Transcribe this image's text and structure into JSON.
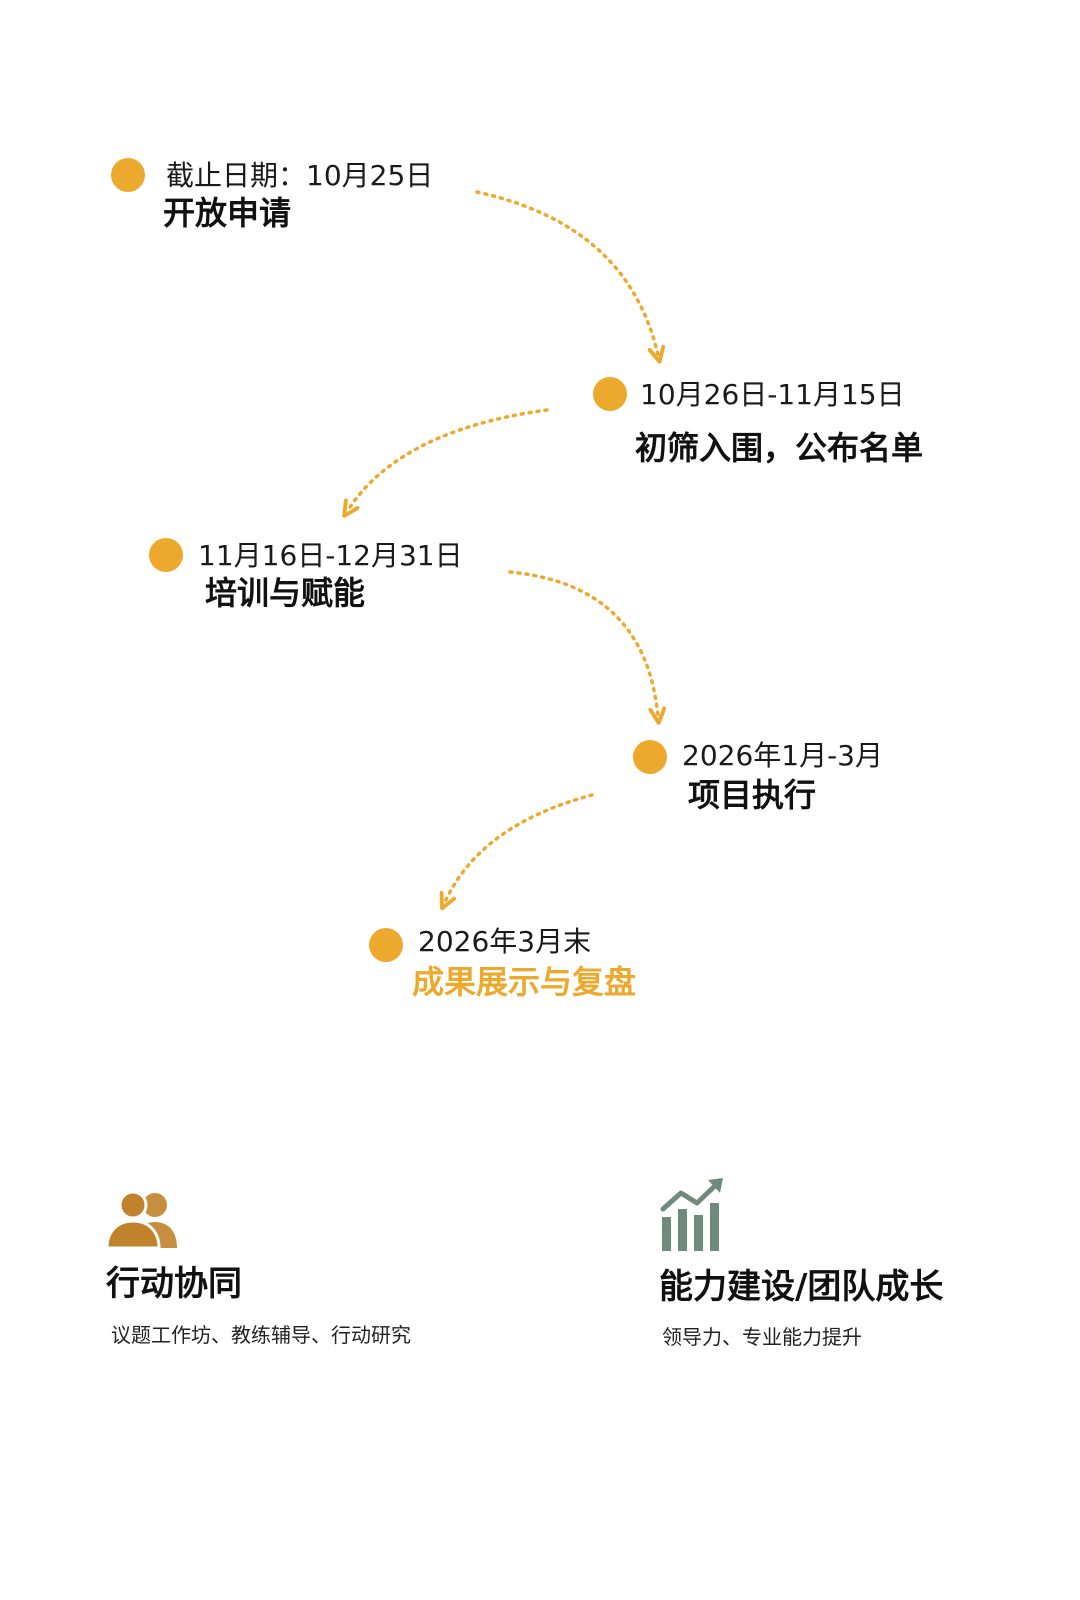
{
  "colors": {
    "accent": "#EDA92E",
    "people_icon": "#C0822A",
    "growth_icon": "#6E8A7B",
    "text": "#111111"
  },
  "timeline": {
    "steps": [
      {
        "date": "截止日期：10月25日",
        "title": "开放申请"
      },
      {
        "date": "10月26日-11月15日",
        "title": "初筛入围，公布名单"
      },
      {
        "date": "11月16日-12月31日",
        "title": "培训与赋能"
      },
      {
        "date": "2026年1月-3月",
        "title": "项目执行"
      },
      {
        "date": "2026年3月末",
        "title": "成果展示与复盘"
      }
    ]
  },
  "features": {
    "collaboration": {
      "icon": "people-icon",
      "title": "行动协同",
      "description": "议题工作坊、教练辅导、行动研究"
    },
    "capacity": {
      "icon": "growth-chart-icon",
      "title": "能力建设/团队成长",
      "description": "领导力、专业能力提升"
    }
  }
}
